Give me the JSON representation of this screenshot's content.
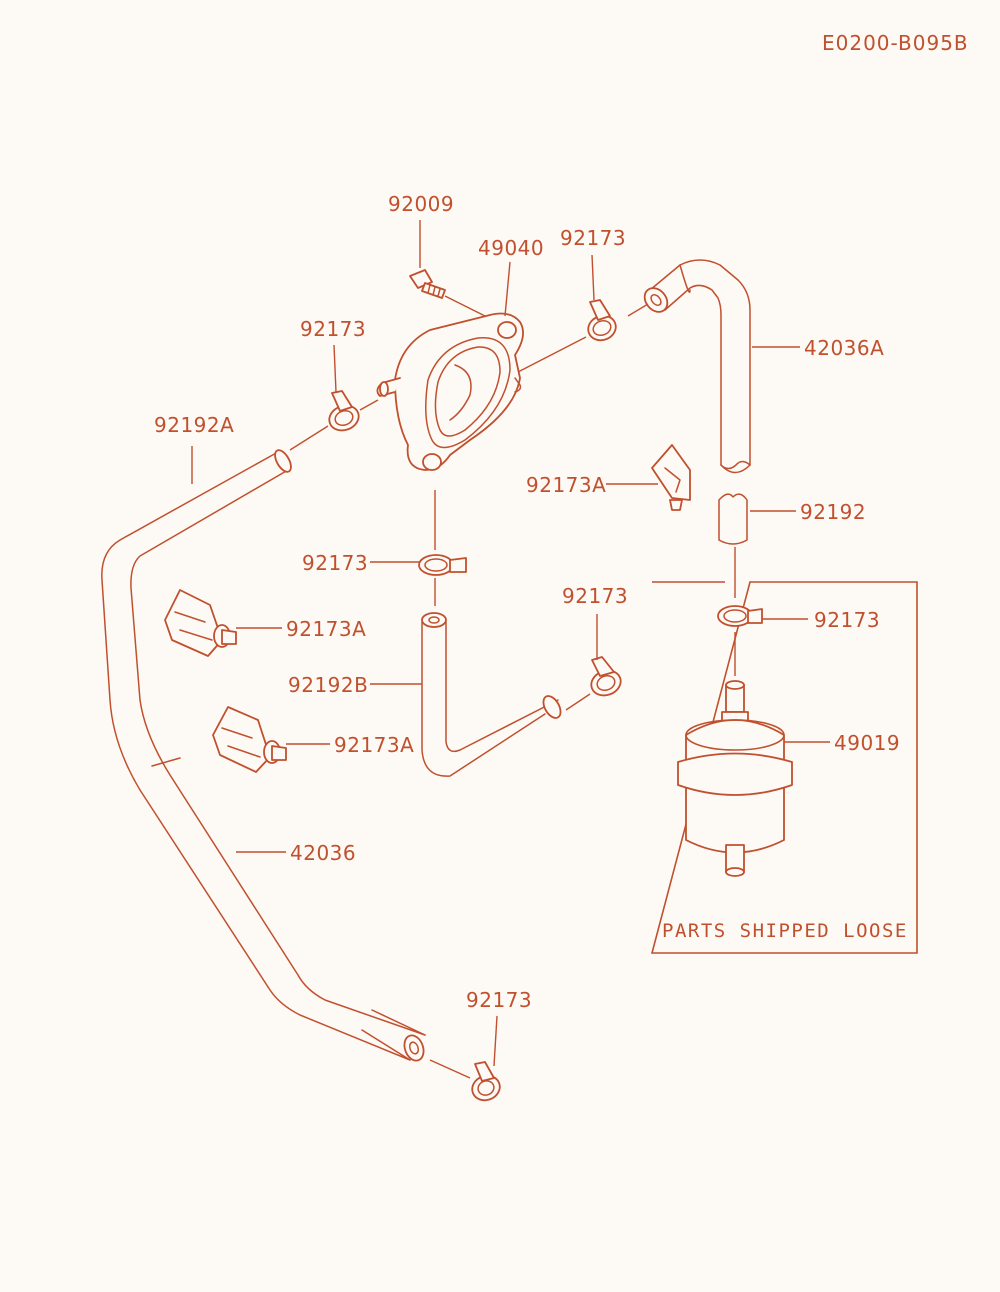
{
  "diagram": {
    "code": "E0200-B095B",
    "box_note": "PARTS SHIPPED LOOSE",
    "labels": {
      "p92009": "92009",
      "p49040": "49040",
      "p92173_top": "92173",
      "p92173_left": "92173",
      "p42036A": "42036A",
      "p92192A": "92192A",
      "p92173A_mid": "92173A",
      "p92192": "92192",
      "p92173_center": "92173",
      "p92173_right": "92173",
      "p92173_box": "92173",
      "p92173A_left1": "92173A",
      "p92192B": "92192B",
      "p92173A_left2": "92173A",
      "p49019": "49019",
      "p42036": "42036",
      "p92173_bottom": "92173"
    },
    "colors": {
      "line": "#c0502e",
      "paper": "#fdf9f4"
    }
  }
}
